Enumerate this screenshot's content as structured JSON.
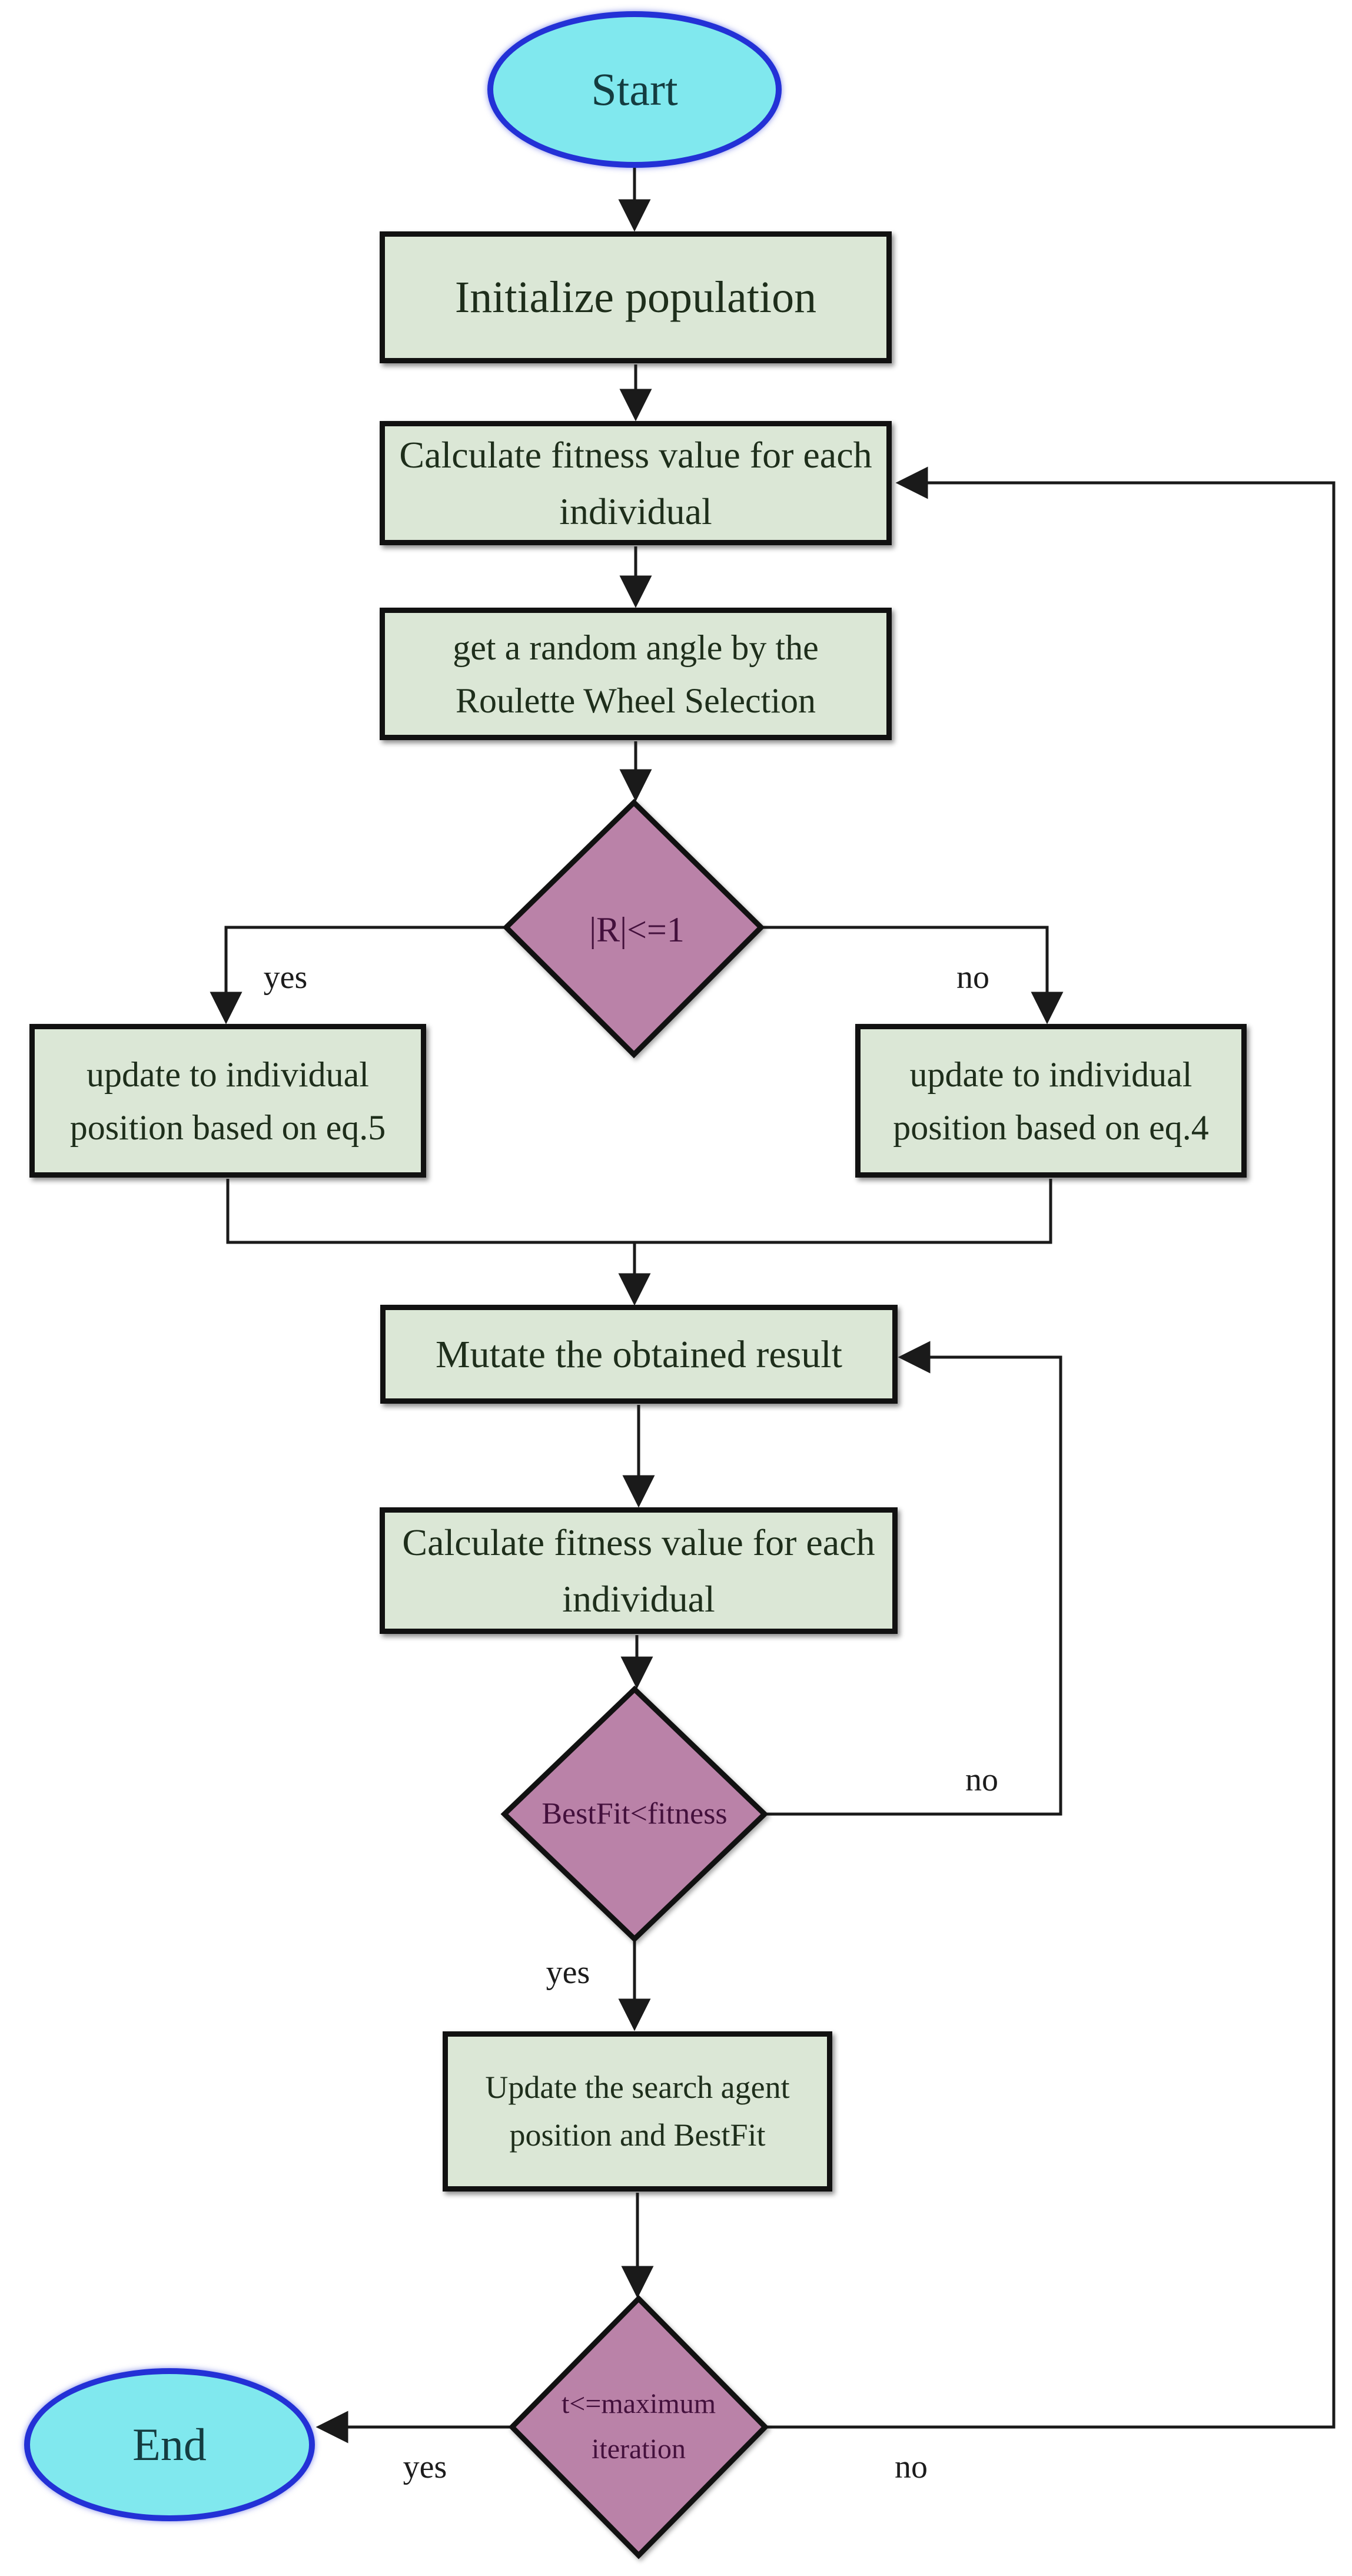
{
  "flowchart": {
    "nodes": {
      "start": {
        "label": "Start",
        "shape": "ellipse"
      },
      "init": {
        "label": "Initialize population",
        "shape": "process"
      },
      "fitness1": {
        "label": "Calculate fitness value for each individual",
        "shape": "process"
      },
      "roulette": {
        "label": "get a random angle by the Roulette Wheel Selection",
        "shape": "process"
      },
      "r_check": {
        "label": "|R|<=1",
        "shape": "decision"
      },
      "eq5": {
        "label": "update to individual position based on eq.5",
        "shape": "process"
      },
      "eq4": {
        "label": "update to individual position based on eq.4",
        "shape": "process"
      },
      "mutate": {
        "label": "Mutate the obtained result",
        "shape": "process"
      },
      "fitness2": {
        "label": "Calculate fitness value for each individual",
        "shape": "process"
      },
      "bestfit": {
        "label": "BestFit<fitness",
        "shape": "decision"
      },
      "update_agent": {
        "label": "Update the search agent position and BestFit",
        "shape": "process"
      },
      "iteration": {
        "label": "t<=maximum iteration",
        "shape": "decision"
      },
      "end": {
        "label": "End",
        "shape": "ellipse"
      }
    },
    "edge_labels": {
      "r_yes": "yes",
      "r_no": "no",
      "bestfit_no": "no",
      "bestfit_yes": "yes",
      "iteration_yes": "yes",
      "iteration_no": "no"
    },
    "colors": {
      "process_fill": "#dbe7d6",
      "process_border": "#111111",
      "process_text": "#1e2e1b",
      "decision_fill": "#ba82a8",
      "decision_border": "#111111",
      "decision_text": "#43103c",
      "terminal_fill": "#80e8ee",
      "terminal_border": "#2331d6",
      "terminal_text": "#143c40",
      "connector": "#1a1a1a",
      "label_text": "#1c1c1c",
      "background": "#ffffff"
    }
  }
}
